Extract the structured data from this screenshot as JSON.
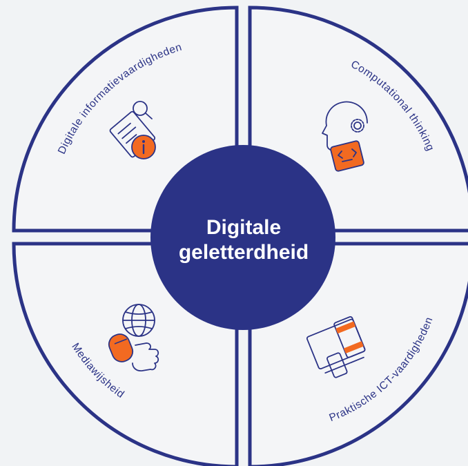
{
  "center": {
    "line1": "Digitale",
    "line2": "geletterdheid"
  },
  "quadrants": {
    "top_left": {
      "label": "Digitale informatievaardigheden",
      "icon": "information-search-icon"
    },
    "top_right": {
      "label": "Computational thinking",
      "icon": "head-code-icon"
    },
    "bottom_left": {
      "label": "Mediawijsheid",
      "icon": "globe-hand-mouse-icon"
    },
    "bottom_right": {
      "label": "Praktische ICT-vaardigheden",
      "icon": "devices-icon"
    }
  },
  "colors": {
    "navy": "#2b3386",
    "orange": "#f26a21",
    "quadrant_fill": "#f4f5f7",
    "background": "#f1f3f5"
  }
}
